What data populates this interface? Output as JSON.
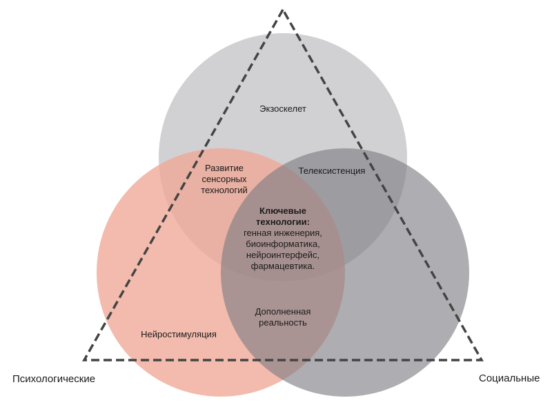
{
  "regions": {
    "top_only": "Экзоскелет",
    "left_top": [
      "Развитие",
      "сенсорных",
      "технологий"
    ],
    "right_top": "Телексистенция",
    "center_title": [
      "Ключевые",
      "технологии:"
    ],
    "center_items": [
      "генная инженерия,",
      "биоинформатика,",
      "нейроинтерфейс,",
      "фармацевтика."
    ],
    "left_right": [
      "Дополненная",
      "реальность"
    ],
    "left_only": "Нейростимуляция"
  },
  "corners": {
    "left": "Психологические",
    "right": "Социальные"
  },
  "colors": {
    "circle_top": "#c9c9cb",
    "circle_left": "#f0a896",
    "circle_right": "#7c7d82",
    "triangle_stroke": "#444444"
  }
}
